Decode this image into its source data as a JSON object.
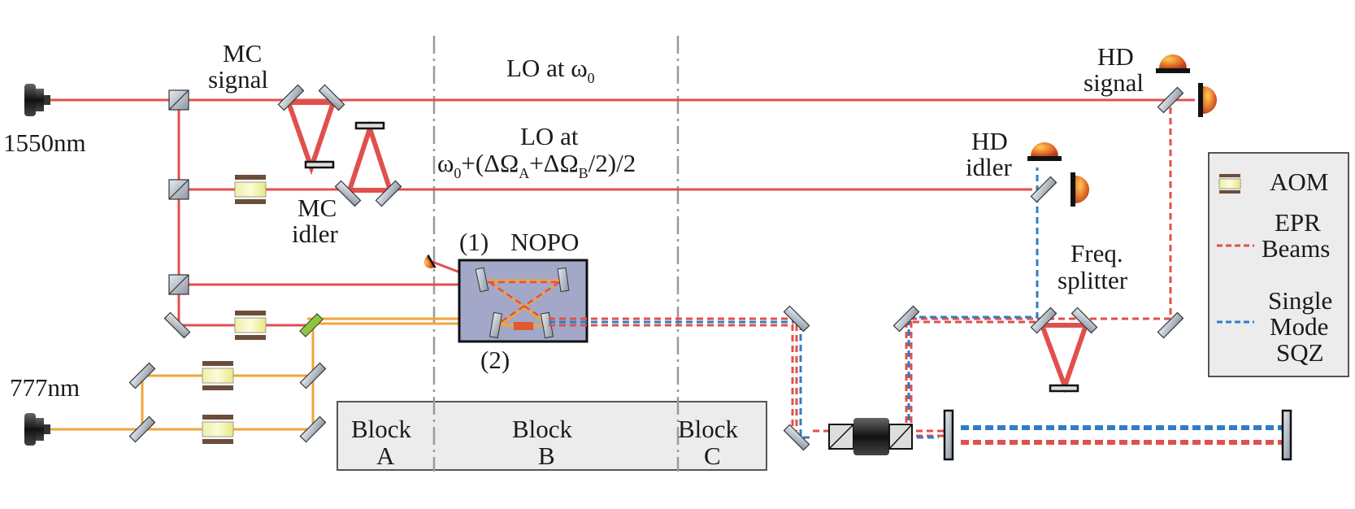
{
  "labels": {
    "laser_1550": "1550nm",
    "laser_777": "777nm",
    "mc_signal_1": "MC",
    "mc_signal_2": "signal",
    "mc_idler_1": "MC",
    "mc_idler_2": "idler",
    "lo_top_prefix": "LO at ω",
    "lo_top_sub": "0",
    "lo_mid_line1": "LO at",
    "lo_mid_omega": "ω",
    "lo_mid_sub0": "0",
    "lo_mid_mid": "+(ΔΩ",
    "lo_mid_subA": "A",
    "lo_mid_plus": "+ΔΩ",
    "lo_mid_subB": "B",
    "lo_mid_end": "/2)/2",
    "nopo_1": "(1)",
    "nopo_title": "NOPO",
    "nopo_2": "(2)",
    "hd_signal_1": "HD",
    "hd_signal_2": "signal",
    "hd_idler_1": "HD",
    "hd_idler_2": "idler",
    "freq_splitter_1": "Freq.",
    "freq_splitter_2": "splitter",
    "block_a_1": "Block",
    "block_a_2": "A",
    "block_b_1": "Block",
    "block_b_2": "B",
    "block_c_1": "Block",
    "block_c_2": "C"
  },
  "legend": {
    "aom": "AOM",
    "epr_1": "EPR",
    "epr_2": "Beams",
    "sqz_1": "Single",
    "sqz_2": "Mode",
    "sqz_3": "SQZ"
  },
  "colors": {
    "beam_1550": "#e0504c",
    "beam_777": "#f0a53a",
    "epr_dash": "#e0504c",
    "sqz_dash": "#2f7dc4",
    "nopo_fill": "#a3a8c8",
    "block_fill": "#ececec",
    "legend_fill": "#ececec"
  }
}
